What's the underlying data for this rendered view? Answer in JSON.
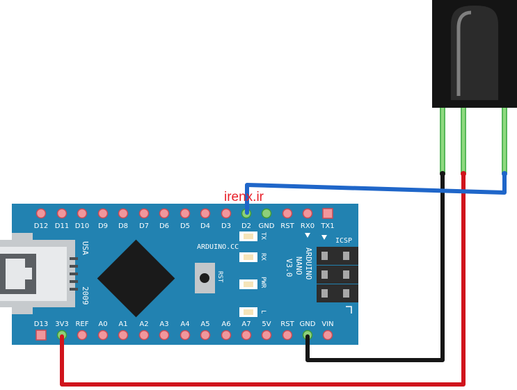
{
  "watermark": "irenx.ir",
  "board": {
    "top_pins": [
      "D12",
      "D11",
      "D10",
      "D9",
      "D8",
      "D7",
      "D6",
      "D5",
      "D4",
      "D3",
      "D2",
      "GND",
      "RST",
      "RX0",
      "TX1"
    ],
    "bottom_pins": [
      "D13",
      "3V3",
      "REF",
      "A0",
      "A1",
      "A2",
      "A3",
      "A4",
      "A5",
      "A6",
      "A7",
      "5V",
      "RST",
      "GND",
      "VIN"
    ],
    "brand": "ARDUINO.CC",
    "model_lines": [
      "ARDUINO",
      "NANO",
      "V3.0"
    ],
    "usa": "USA",
    "year": "2009",
    "icsp": "ICSP",
    "reset_label": "RST",
    "leds": [
      "TX",
      "RX",
      "PWR",
      "L"
    ]
  },
  "wires": {
    "signal_color": "#1f66c9",
    "ground_color": "#161616",
    "power_color": "#d0141c",
    "lead_color": "#56b85a",
    "board_color": "#2282b1"
  }
}
